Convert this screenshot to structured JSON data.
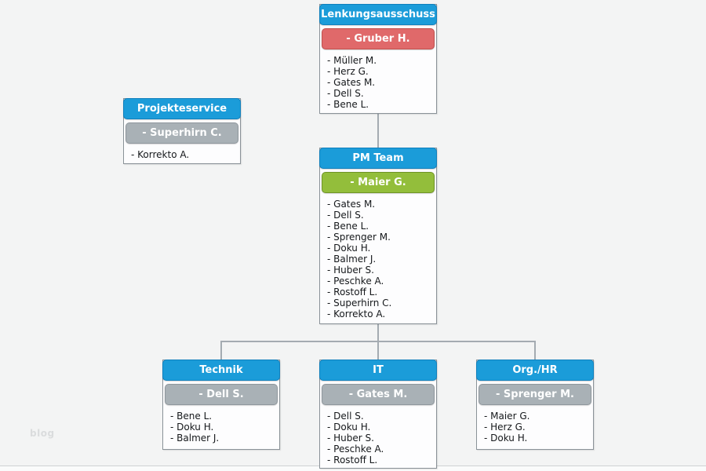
{
  "page": {
    "watermark": "blog",
    "background_color": "#f3f4f4",
    "bottom_strip_color": "#fafbfb"
  },
  "colors": {
    "title_blue": "#1b9cd9",
    "title_blue_border": "#1080bd",
    "lead_red": "#e0696a",
    "lead_red_border": "#c0504d",
    "lead_green": "#93be3b",
    "lead_green_border": "#6f9427",
    "lead_gray": "#a9b1b6",
    "lead_gray_border": "#8f979d",
    "box_border": "#8a9298",
    "connector_gray": "#a4abb1",
    "member_text": "#15181b",
    "header_text": "#ffffff"
  },
  "nodes": [
    {
      "title": "Lenkungsausschuss",
      "lead": "- Gruber H.",
      "lead_color": "red",
      "members": [
        "- Müller M.",
        "- Herz G.",
        "- Gates M.",
        "- Dell S.",
        "- Bene L."
      ]
    },
    {
      "title": "Projekteservice",
      "lead": "- Superhirn C.",
      "lead_color": "gray",
      "members": [
        "- Korrekto A."
      ]
    },
    {
      "title": "PM Team",
      "lead": "- Maier G.",
      "lead_color": "green",
      "members": [
        "- Gates M.",
        "- Dell S.",
        "- Bene L.",
        "- Sprenger M.",
        "- Doku H.",
        "- Balmer J.",
        "- Huber S.",
        "- Peschke A.",
        "- Rostoff L.",
        "- Superhirn C.",
        "- Korrekto A."
      ]
    },
    {
      "title": "Technik",
      "lead": "- Dell S.",
      "lead_color": "gray",
      "members": [
        "- Bene L.",
        "- Doku H.",
        "- Balmer J."
      ]
    },
    {
      "title": "IT",
      "lead": "- Gates M.",
      "lead_color": "gray",
      "members": [
        "- Dell S.",
        "- Doku H.",
        "- Huber S.",
        "- Peschke A.",
        "- Rostoff L."
      ]
    },
    {
      "title": "Org./HR",
      "lead": "- Sprenger M.",
      "lead_color": "gray",
      "members": [
        "- Maier G.",
        "- Herz G.",
        "- Doku H."
      ]
    }
  ]
}
